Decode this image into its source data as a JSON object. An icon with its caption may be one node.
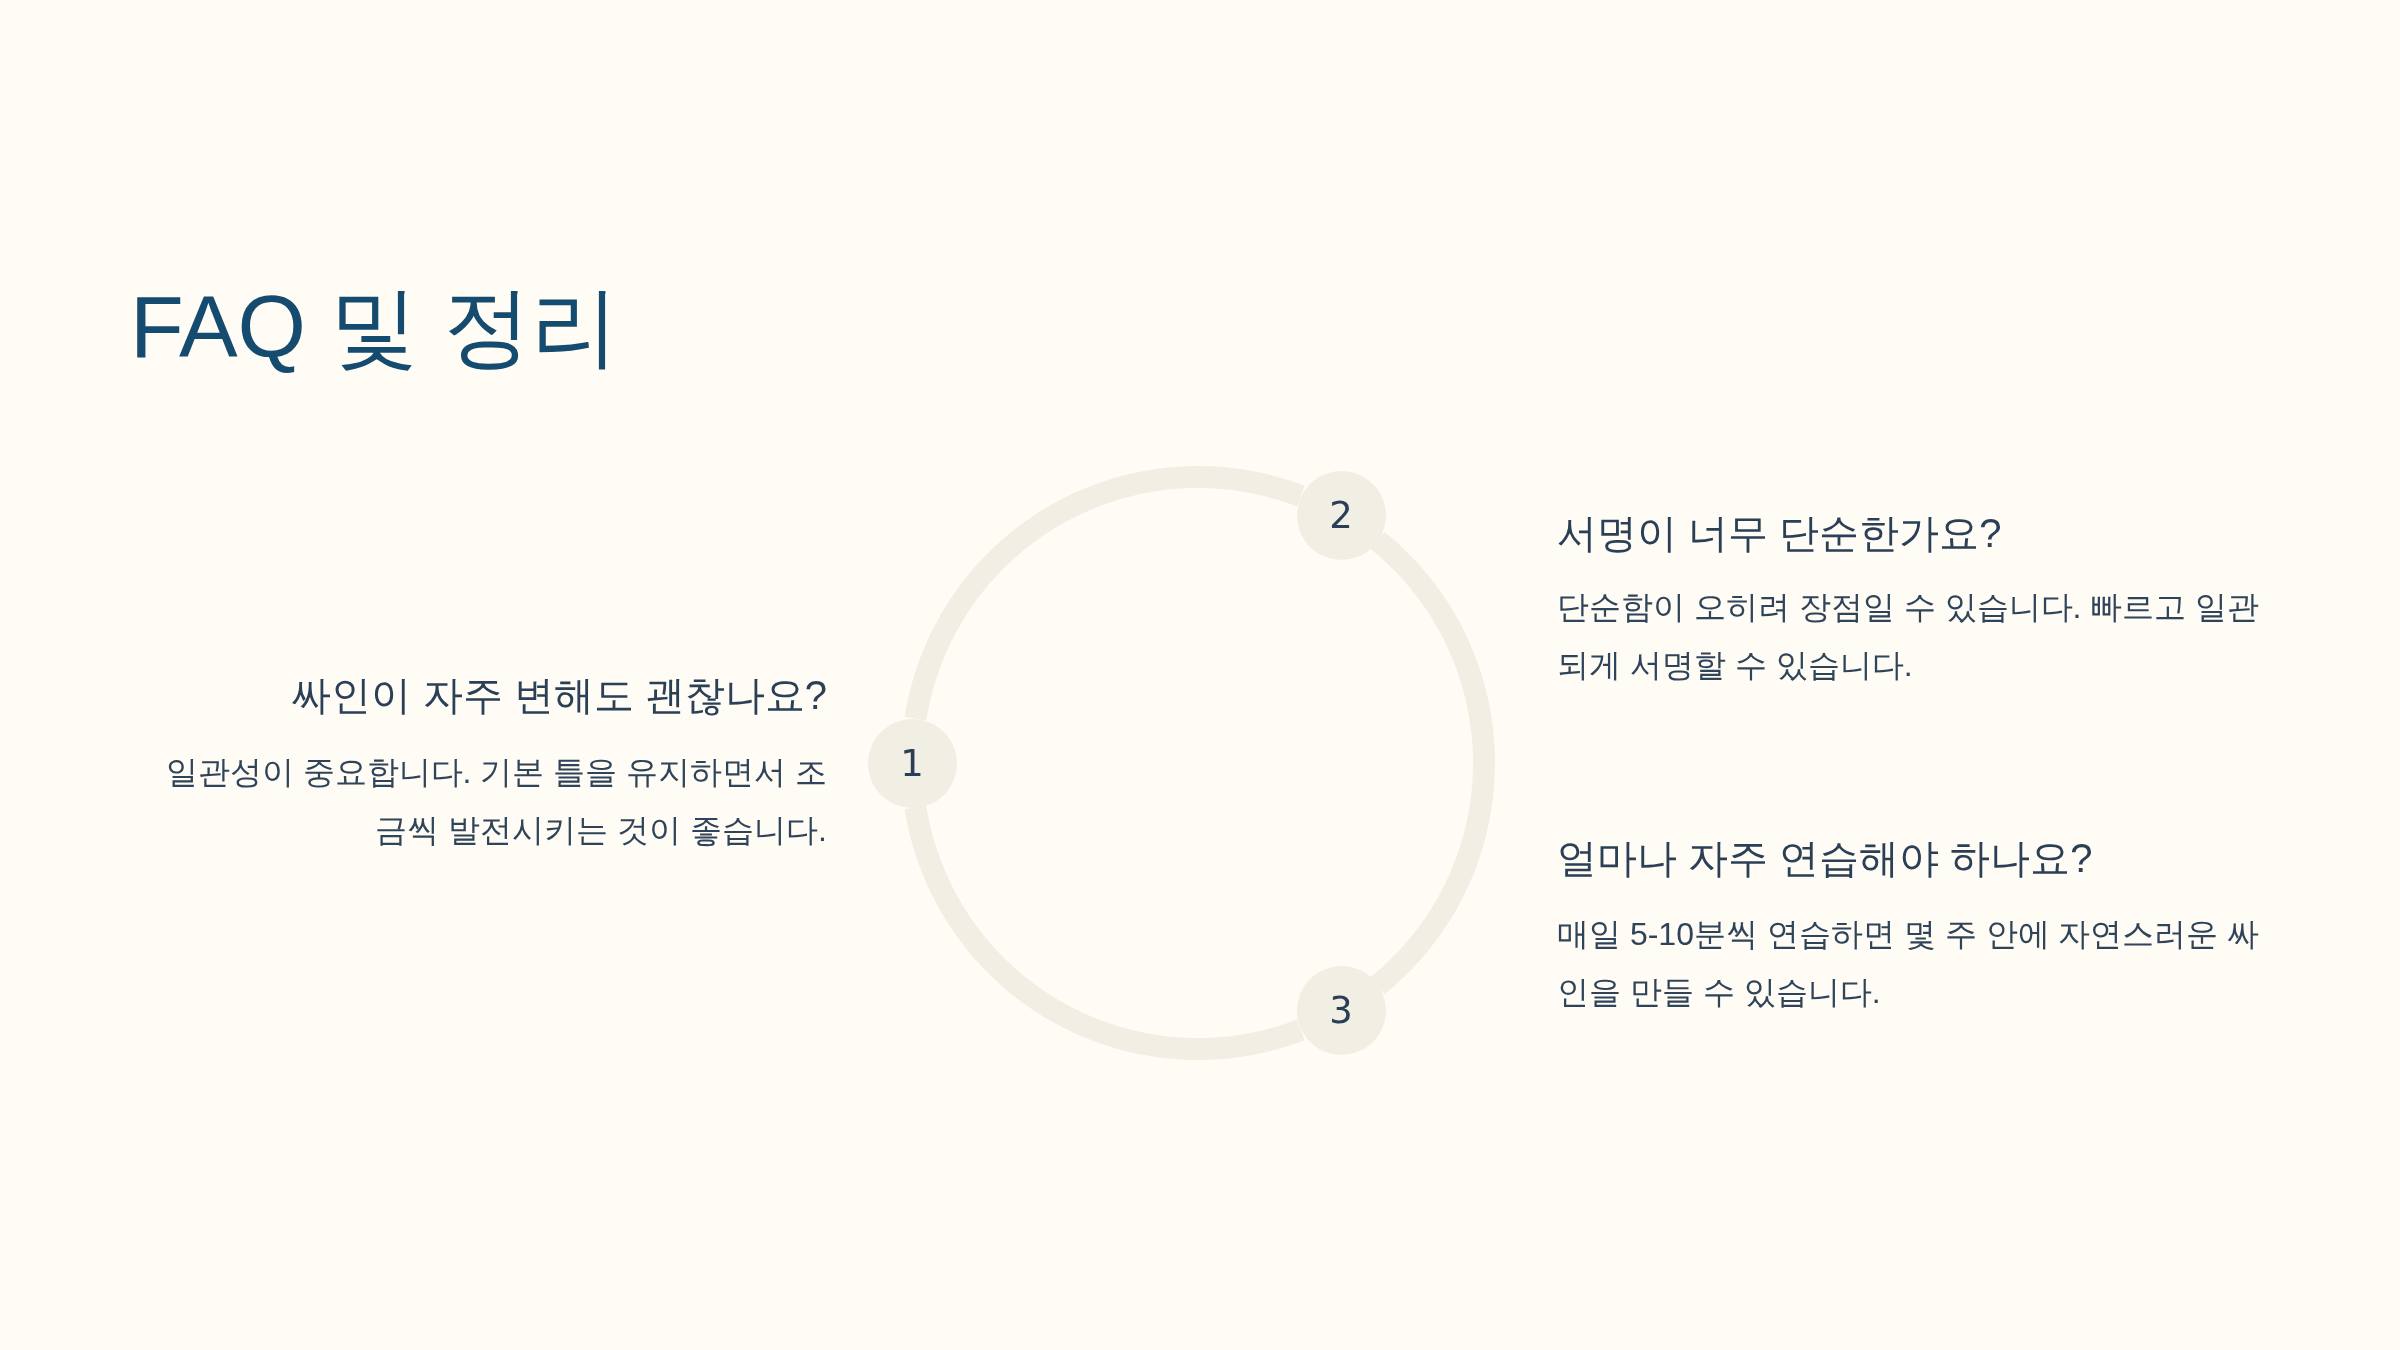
{
  "diagram": {
    "title": "FAQ 및 정리",
    "nodes": [
      {
        "text": [
          "1"
        ],
        "beside": [
          "싸인이 자주 변해도 괜찮나요?",
          "일관성이 중요합니다. 기본 틀을 유지하면서 조금씩 발전시키는 것이 좋습니다."
        ]
      },
      {
        "text": [
          "2"
        ],
        "beside": [
          "서명이 너무 단순한가요?",
          "단순함이 오히려 장점일 수 있습니다. 빠르고 일관되게 서명할 수 있습니다."
        ]
      },
      {
        "text": [
          "3"
        ],
        "beside": [
          "얼마나 자주 연습해야 하나요?",
          "매일 5-10분씩 연습하면 몇 주 안에 자연스러운 싸인을 만들 수 있습니다."
        ]
      }
    ],
    "edges": [
      {
        "from": 0,
        "to": 1,
        "arrow": "none"
      },
      {
        "from": 1,
        "to": 2,
        "arrow": "none"
      },
      {
        "from": 2,
        "to": 0,
        "arrow": "none"
      }
    ]
  }
}
